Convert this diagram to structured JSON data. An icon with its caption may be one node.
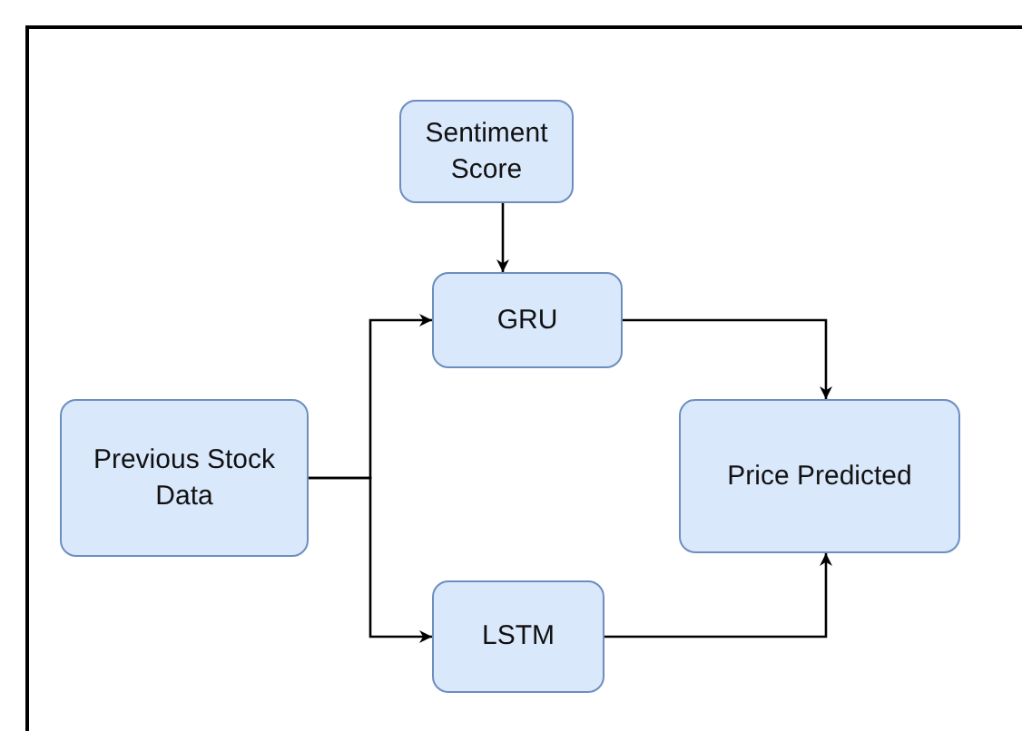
{
  "diagram": {
    "nodes": [
      {
        "text": [
          "Sentiment Score"
        ]
      },
      {
        "text": [
          "GRU"
        ]
      },
      {
        "text": [
          "Previous Stock Data"
        ]
      },
      {
        "text": [
          "Price Predicted"
        ]
      },
      {
        "text": [
          "LSTM"
        ]
      }
    ],
    "edges": [
      {
        "from": 0,
        "to": 1,
        "arrow": "to"
      },
      {
        "from": 2,
        "to": 1,
        "arrow": "to"
      },
      {
        "from": 2,
        "to": 4,
        "arrow": "to"
      },
      {
        "from": 1,
        "to": 3,
        "arrow": "to"
      },
      {
        "from": 4,
        "to": 3,
        "arrow": "to"
      }
    ]
  }
}
